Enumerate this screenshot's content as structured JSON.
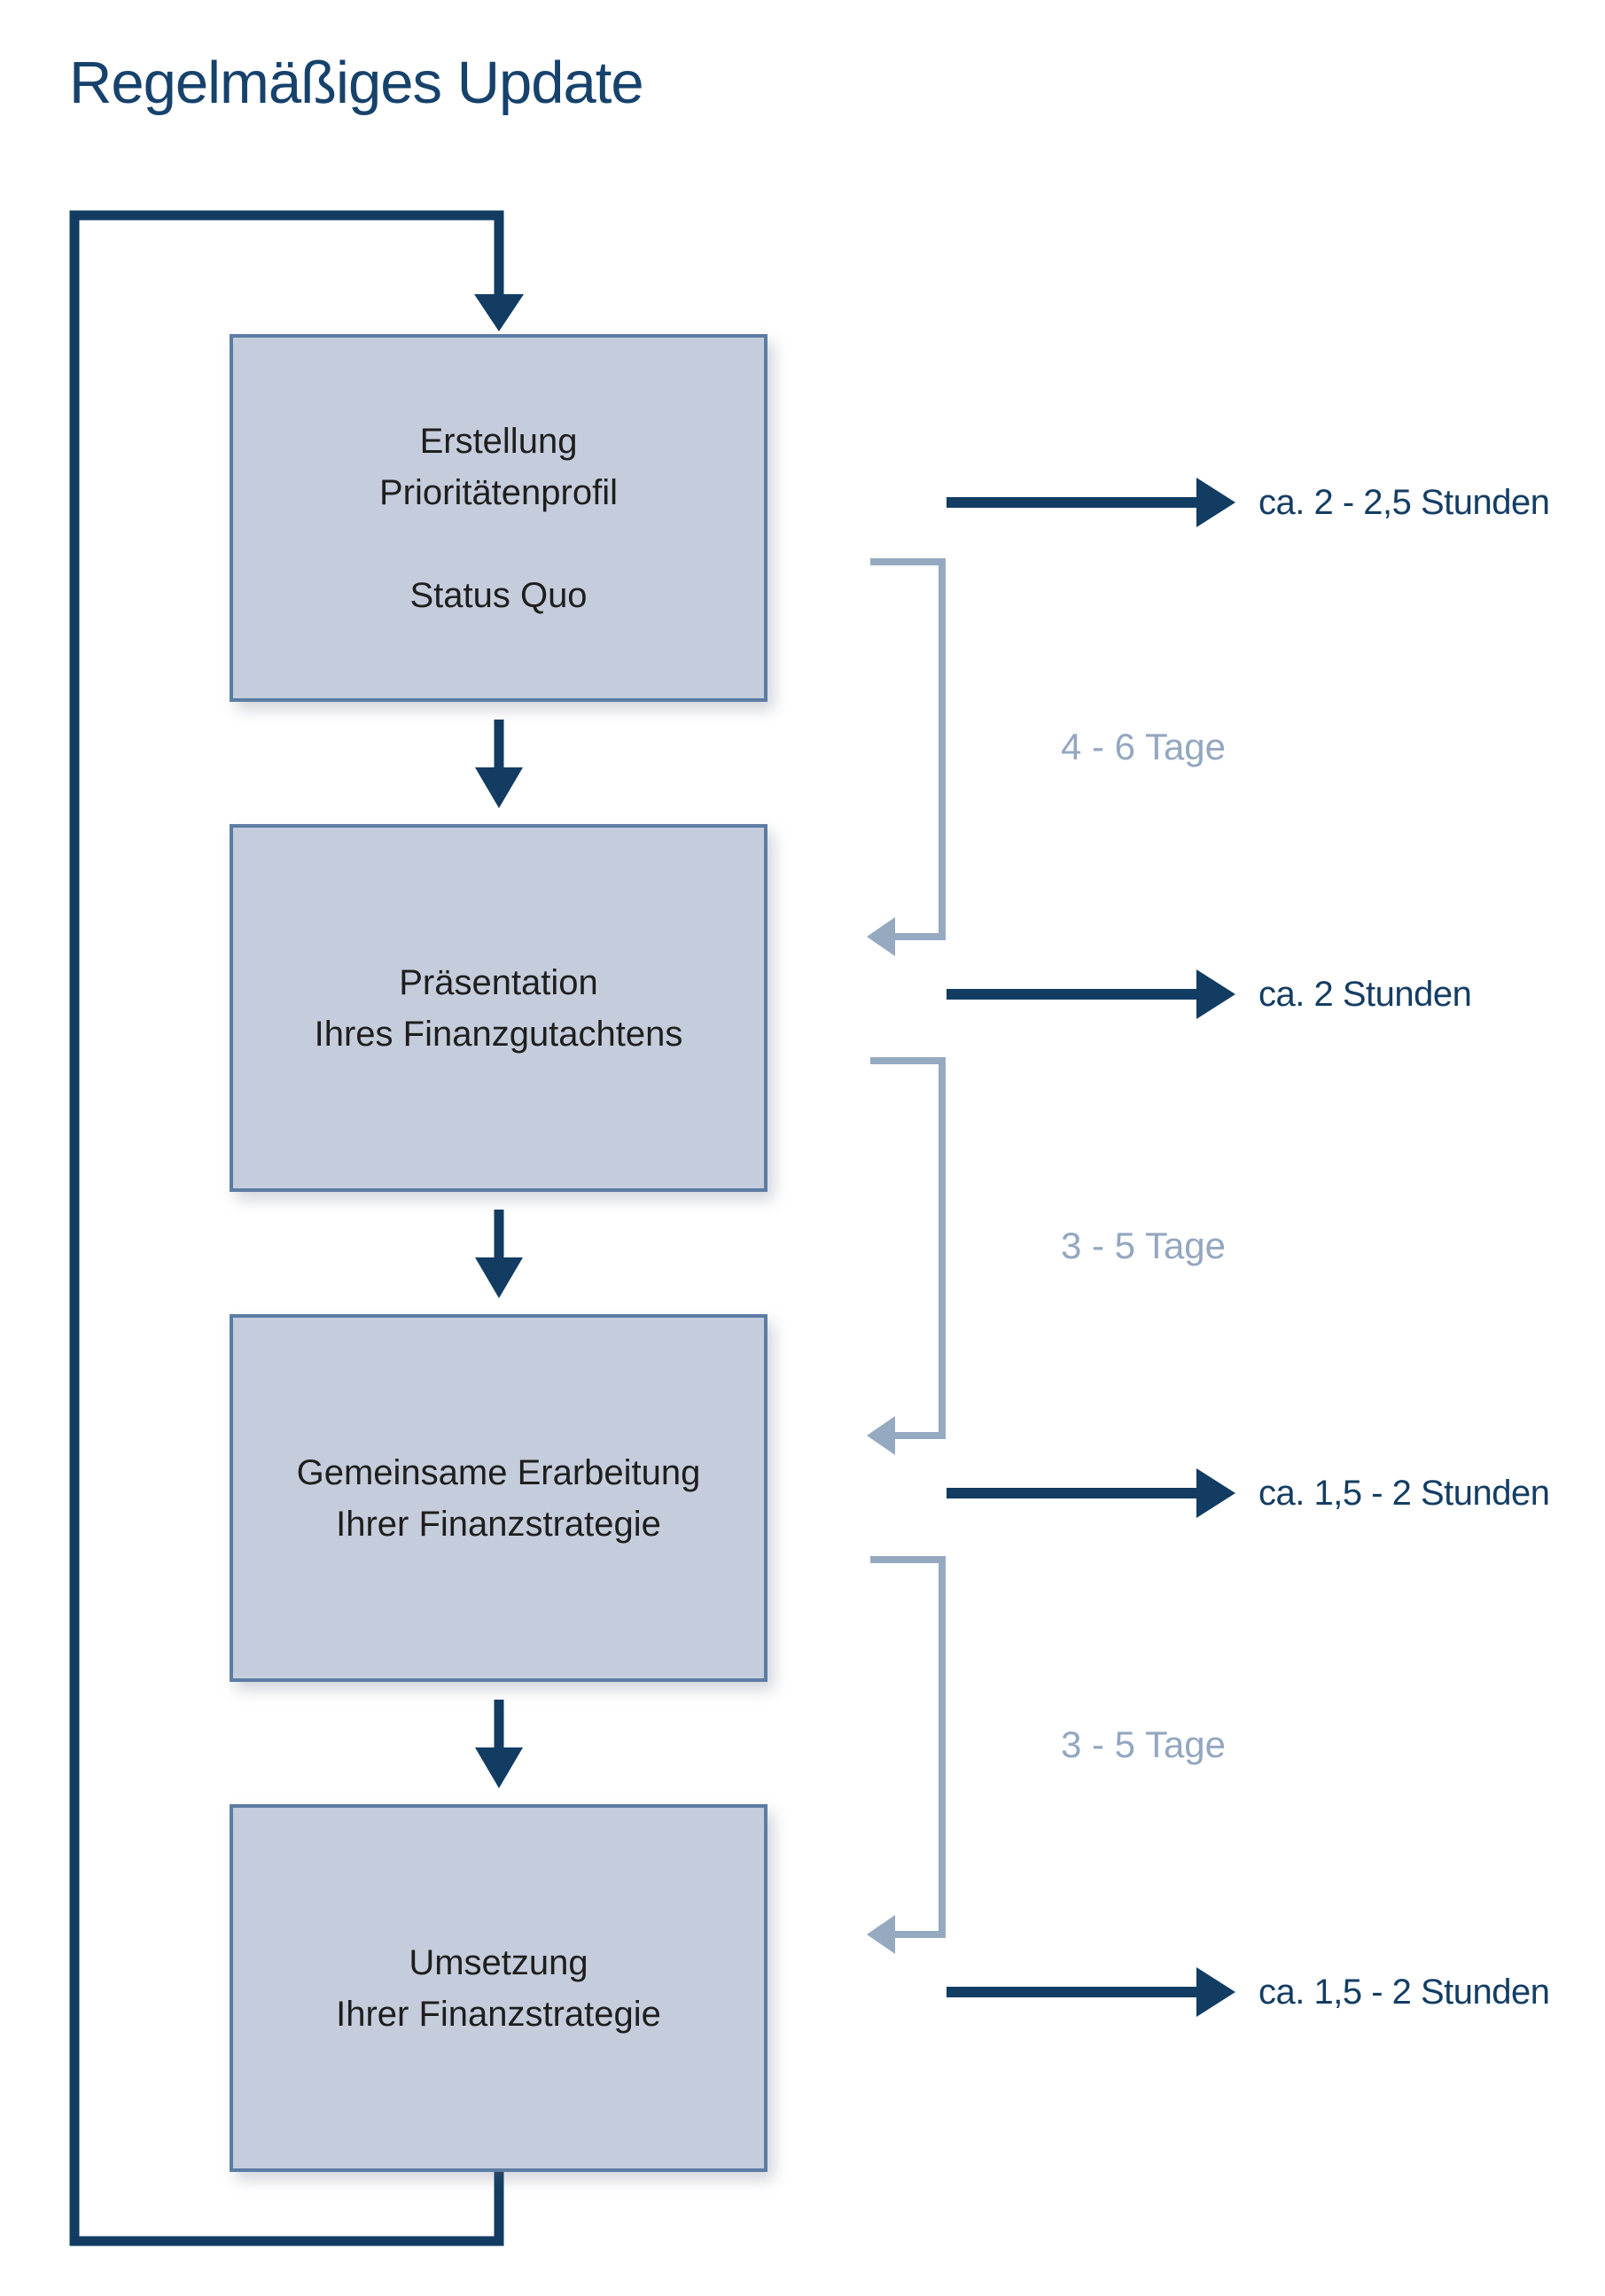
{
  "title": "Regelmäßiges Update",
  "colors": {
    "navy": "#123C62",
    "box_fill": "#C5CDDC",
    "box_border": "#5C7CA4",
    "muted_blue": "#93A7C0",
    "box_text": "#1E1E1E"
  },
  "flow": {
    "steps": [
      {
        "lines": [
          "Erstellung",
          "Prioritätenprofil"
        ],
        "sub": "Status Quo",
        "duration": "ca. 2 - 2,5 Stunden"
      },
      {
        "lines": [
          "Präsentation",
          "Ihres Finanzgutachtens"
        ],
        "duration": "ca. 2 Stunden"
      },
      {
        "lines": [
          "Gemeinsame Erarbeitung",
          "Ihrer Finanzstrategie"
        ],
        "duration": "ca. 1,5 - 2 Stunden"
      },
      {
        "lines": [
          "Umsetzung",
          "Ihrer Finanzstrategie"
        ],
        "duration": "ca. 1,5 - 2 Stunden"
      }
    ],
    "intervals": [
      {
        "label": "4 - 6 Tage"
      },
      {
        "label": "3 - 5 Tage"
      },
      {
        "label": "3 - 5 Tage"
      }
    ]
  }
}
